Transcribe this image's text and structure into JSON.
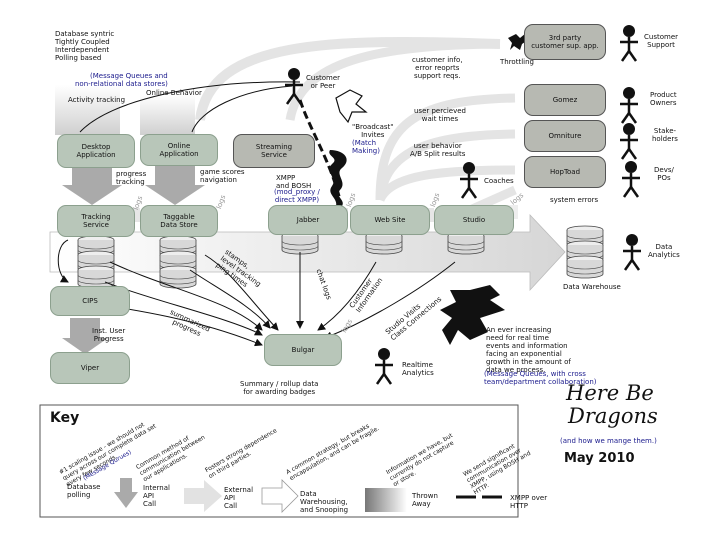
{
  "intro": {
    "line1": "Database syntric",
    "line2": "Tightly Coupled",
    "line3": "Interdependent",
    "line4": "Polling based"
  },
  "mq_note": {
    "line1": "(Message Queues and",
    "line2": "non-relational data stores)"
  },
  "labels": {
    "activity_tracking": "Activity tracking",
    "online_behavior": "Online Behavior",
    "customer_or_peer": "Customer\nor Peer",
    "broadcast": "\"Broadcast\"\nInvites",
    "match_making": "(Match\nMaking)",
    "xmpp": "XMPP\nand BOSH",
    "mod_proxy": "(mod_proxy /\ndirect XMPP)",
    "customer_info": "customer info,\nerror reoprts\nsupport reqs.",
    "throttling": "Throttling",
    "user_perceived": "user percieved\nwait times",
    "user_behavior": "user behavior\nA/B Split results",
    "coaches": "Coaches",
    "system_errors": "system errors",
    "progress_tracking": "progress\ntracking",
    "game_scores": "game scores\nnavigation",
    "stamps": "stamps,\nlevel tracking\nping times",
    "chat_logs": "chat logs",
    "customer_information": "Customer\nInformation",
    "studio_visits": "Studio Visits\nClass Connections",
    "summarized_progress": "summarized\nprogress",
    "inst_user_progress": "Inst. User\nProgress",
    "summary_rollup": "Summary / rollup data\nfor awarding badges",
    "realtime_analytics": "Realtime\nAnalytics",
    "data_warehouse": "Data Warehouse",
    "data_analytics": "Data\nAnalytics",
    "customer_support": "Customer\nSupport",
    "product_owners": "Product\nOwners",
    "stakeholders": "Stake-\nholders",
    "devs_pos": "Devs/\nPOs",
    "logs": "logs",
    "dragon_note": "An ever increasing\nneed for real time\nevents and information\nfacing an exponential\ngrowth in the amount of\ndata we process.",
    "dragon_note_mq": "(Message Queues, with cross\nteam/department collaboration)"
  },
  "boxes": {
    "third_party": "3rd party\ncustomer sup. app.",
    "gomez": "Gomez",
    "omniture": "Omniture",
    "hoptoad": "HopToad",
    "desktop_app": "Desktop\nApplication",
    "online_app": "Online\nApplication",
    "streaming": "Streaming\nService",
    "tracking": "Tracking\nService",
    "taggable": "Taggable\nData Store",
    "jabber": "Jabber",
    "website": "Web Site",
    "studio": "Studio",
    "cips": "CIPS",
    "viper": "Viper",
    "bulgar": "Bulgar"
  },
  "key": {
    "title": "Key",
    "scaling": "#1 scaling issue - we should not\nquery across our complete data set\nevery few seconds.",
    "scaling_mq": "(Message Qurues)",
    "common_method": "Common method of\ncommunication between\nour applications.",
    "fosters": "Fosters strong dependence\non third parties.",
    "common_strategy": "A common strategy, but breaks\nencapsulation, and can be fragile.",
    "info_we_have": "Information we have, but\ncurrently do not capture\nor store.",
    "we_send": "We send significant\ncommunication over\nXMPP, using BOSH and\nHTTP.",
    "database_polling": "Database\npolling",
    "internal_api": "Internal\nAPI\nCall",
    "external_api": "External\nAPI\nCall",
    "data_warehousing": "Data\nWarehousing,\nand Snooping",
    "thrown_away": "Thrown\nAway",
    "xmpp_over_http": "XMPP over\nHTTP"
  },
  "title": {
    "line1": "Here Be",
    "line2": "Dragons",
    "sub": "(and how we mange them.)",
    "date": "May 2010"
  }
}
